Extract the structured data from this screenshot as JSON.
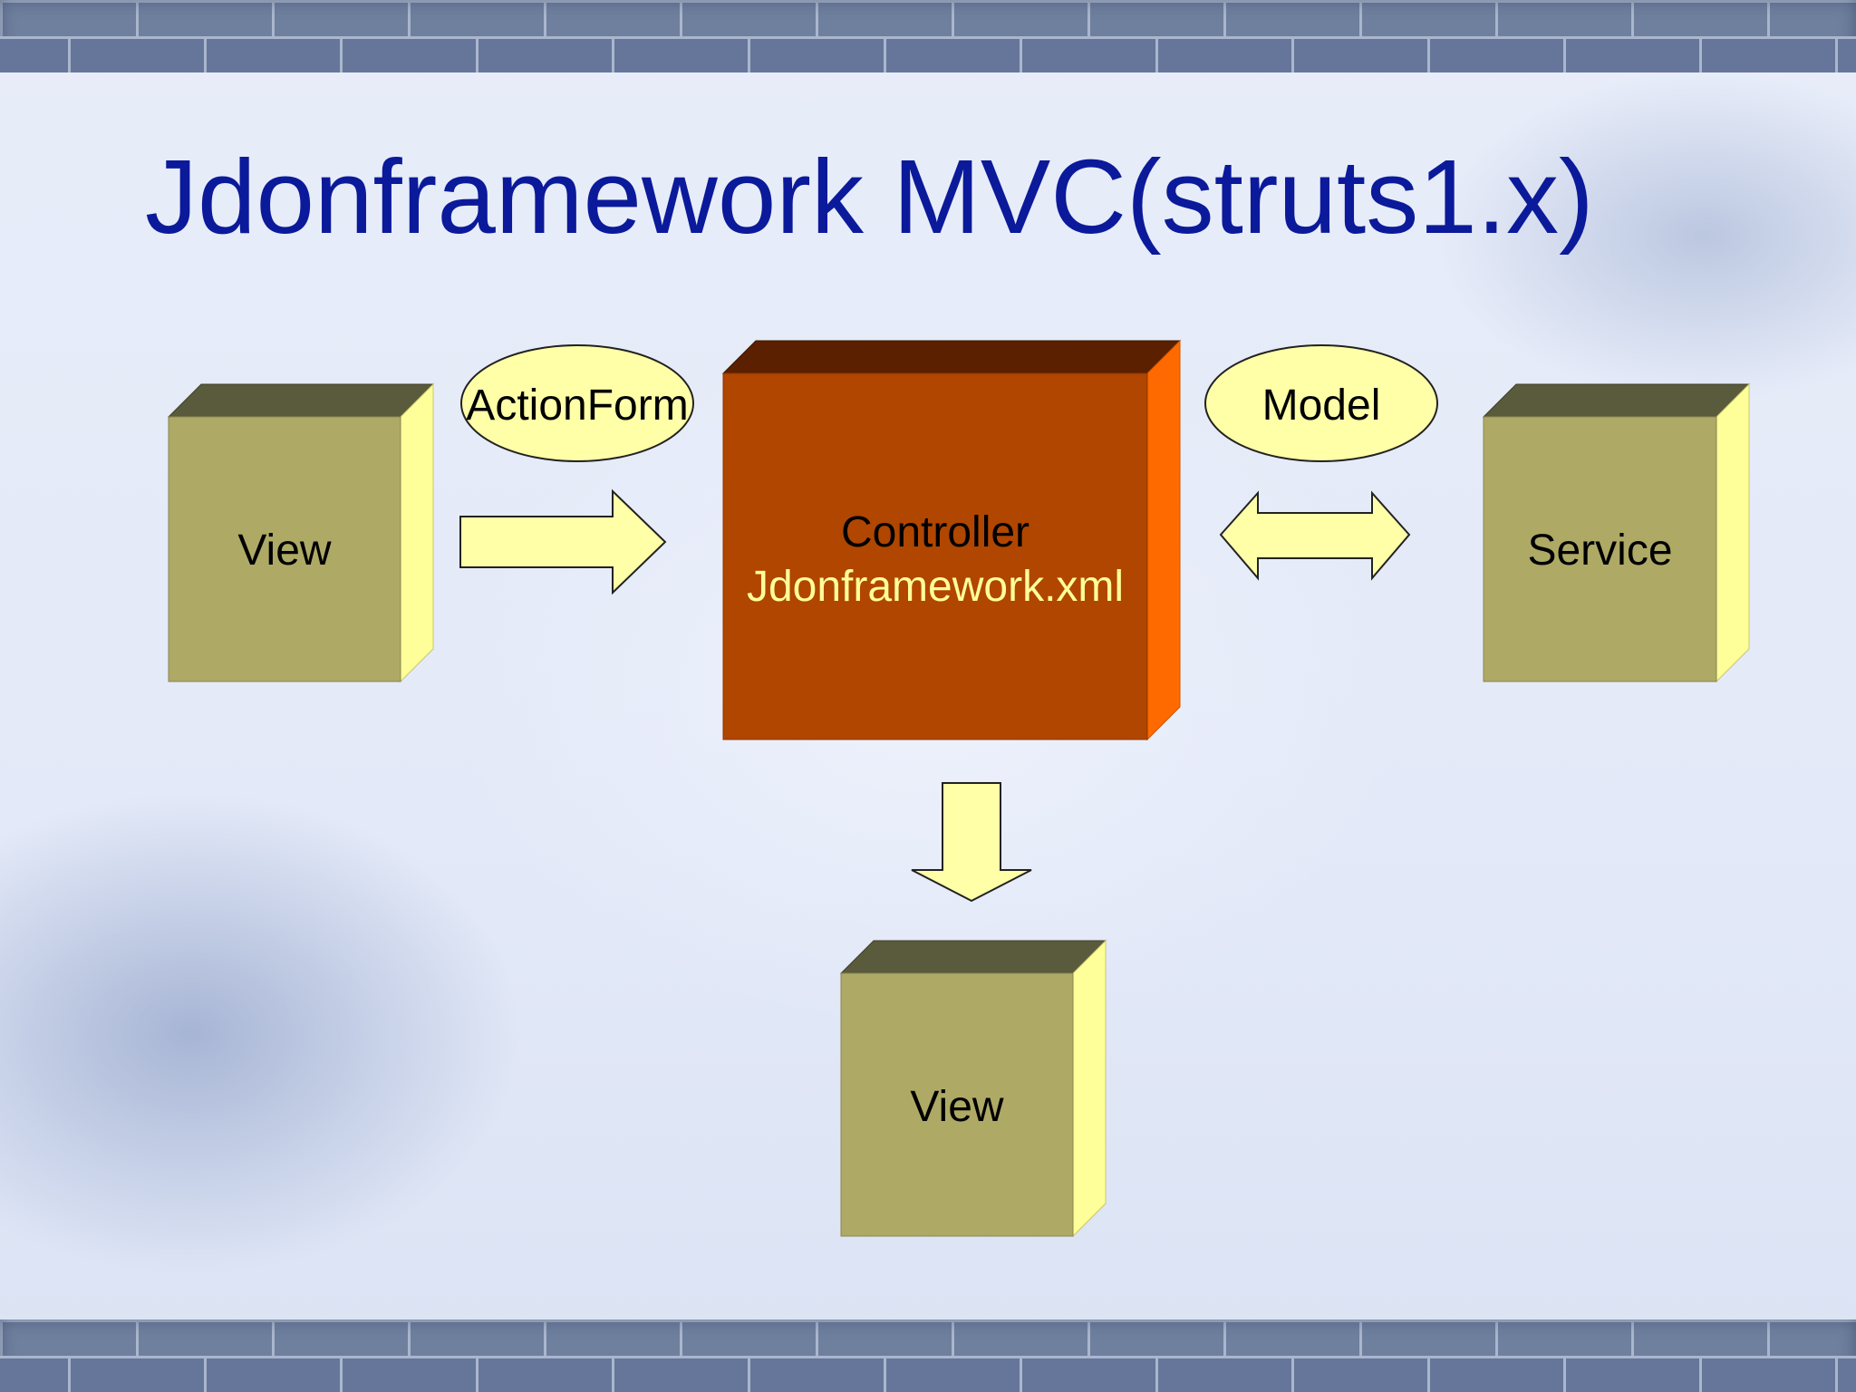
{
  "slide": {
    "title": "Jdonframework MVC(struts1.x)"
  },
  "diagram": {
    "view_left_label": "View",
    "view_bottom_label": "View",
    "service_label": "Service",
    "controller_label": "Controller",
    "controller_sublabel": "Jdonframework.xml",
    "actionform_label": "ActionForm",
    "model_label": "Model"
  },
  "colors": {
    "title": "#0b1a9a",
    "box_front": "#aeaa66",
    "box_top": "#5a5a3c",
    "box_side": "#ffff99",
    "controller_front": "#b04600",
    "controller_top": "#5a2000",
    "controller_side": "#ff6a00",
    "controller_sublabel": "#ffff99",
    "ellipse_fill": "#ffffa8",
    "arrow_fill": "#ffffa8"
  }
}
